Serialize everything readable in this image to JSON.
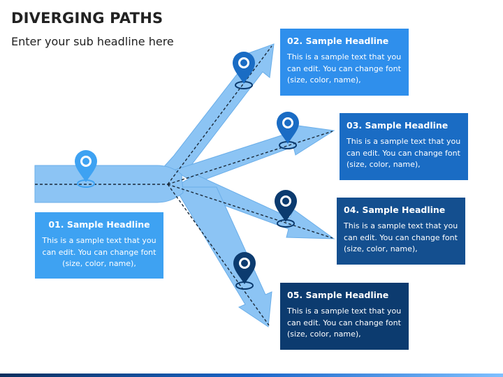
{
  "header": {
    "title": "DIVERGING PATHS",
    "subtitle": "Enter your sub headline here"
  },
  "colors": {
    "road": "#8cc4f4",
    "road_outline": "#6aaee9",
    "card1": "#3ea2f2",
    "card2": "#2f8fec",
    "card3": "#1a6cc4",
    "card4": "#144f8f",
    "card5": "#0c3b6f",
    "pin_light": "#3ea2f2",
    "pin_mid": "#1a6cc4",
    "pin_dark": "#0c3b6f"
  },
  "steps": [
    {
      "headline": "01. Sample Headline",
      "text": "This is a sample text that you can edit. You can change font (size, color, name),"
    },
    {
      "headline": "02. Sample Headline",
      "text": "This is a sample text that you can edit. You can change font (size, color, name),"
    },
    {
      "headline": "03. Sample Headline",
      "text": "This is a sample text that you can edit. You can change font (size, color, name),"
    },
    {
      "headline": "04. Sample Headline",
      "text": "This is a sample text that you can edit. You can change font (size, color, name),"
    },
    {
      "headline": "05. Sample Headline",
      "text": "This is a sample text that you can edit. You can change font (size, color, name),"
    }
  ],
  "icons": [
    "location-pin-icon-1",
    "location-pin-icon-2",
    "location-pin-icon-3",
    "location-pin-icon-4",
    "location-pin-icon-5"
  ]
}
